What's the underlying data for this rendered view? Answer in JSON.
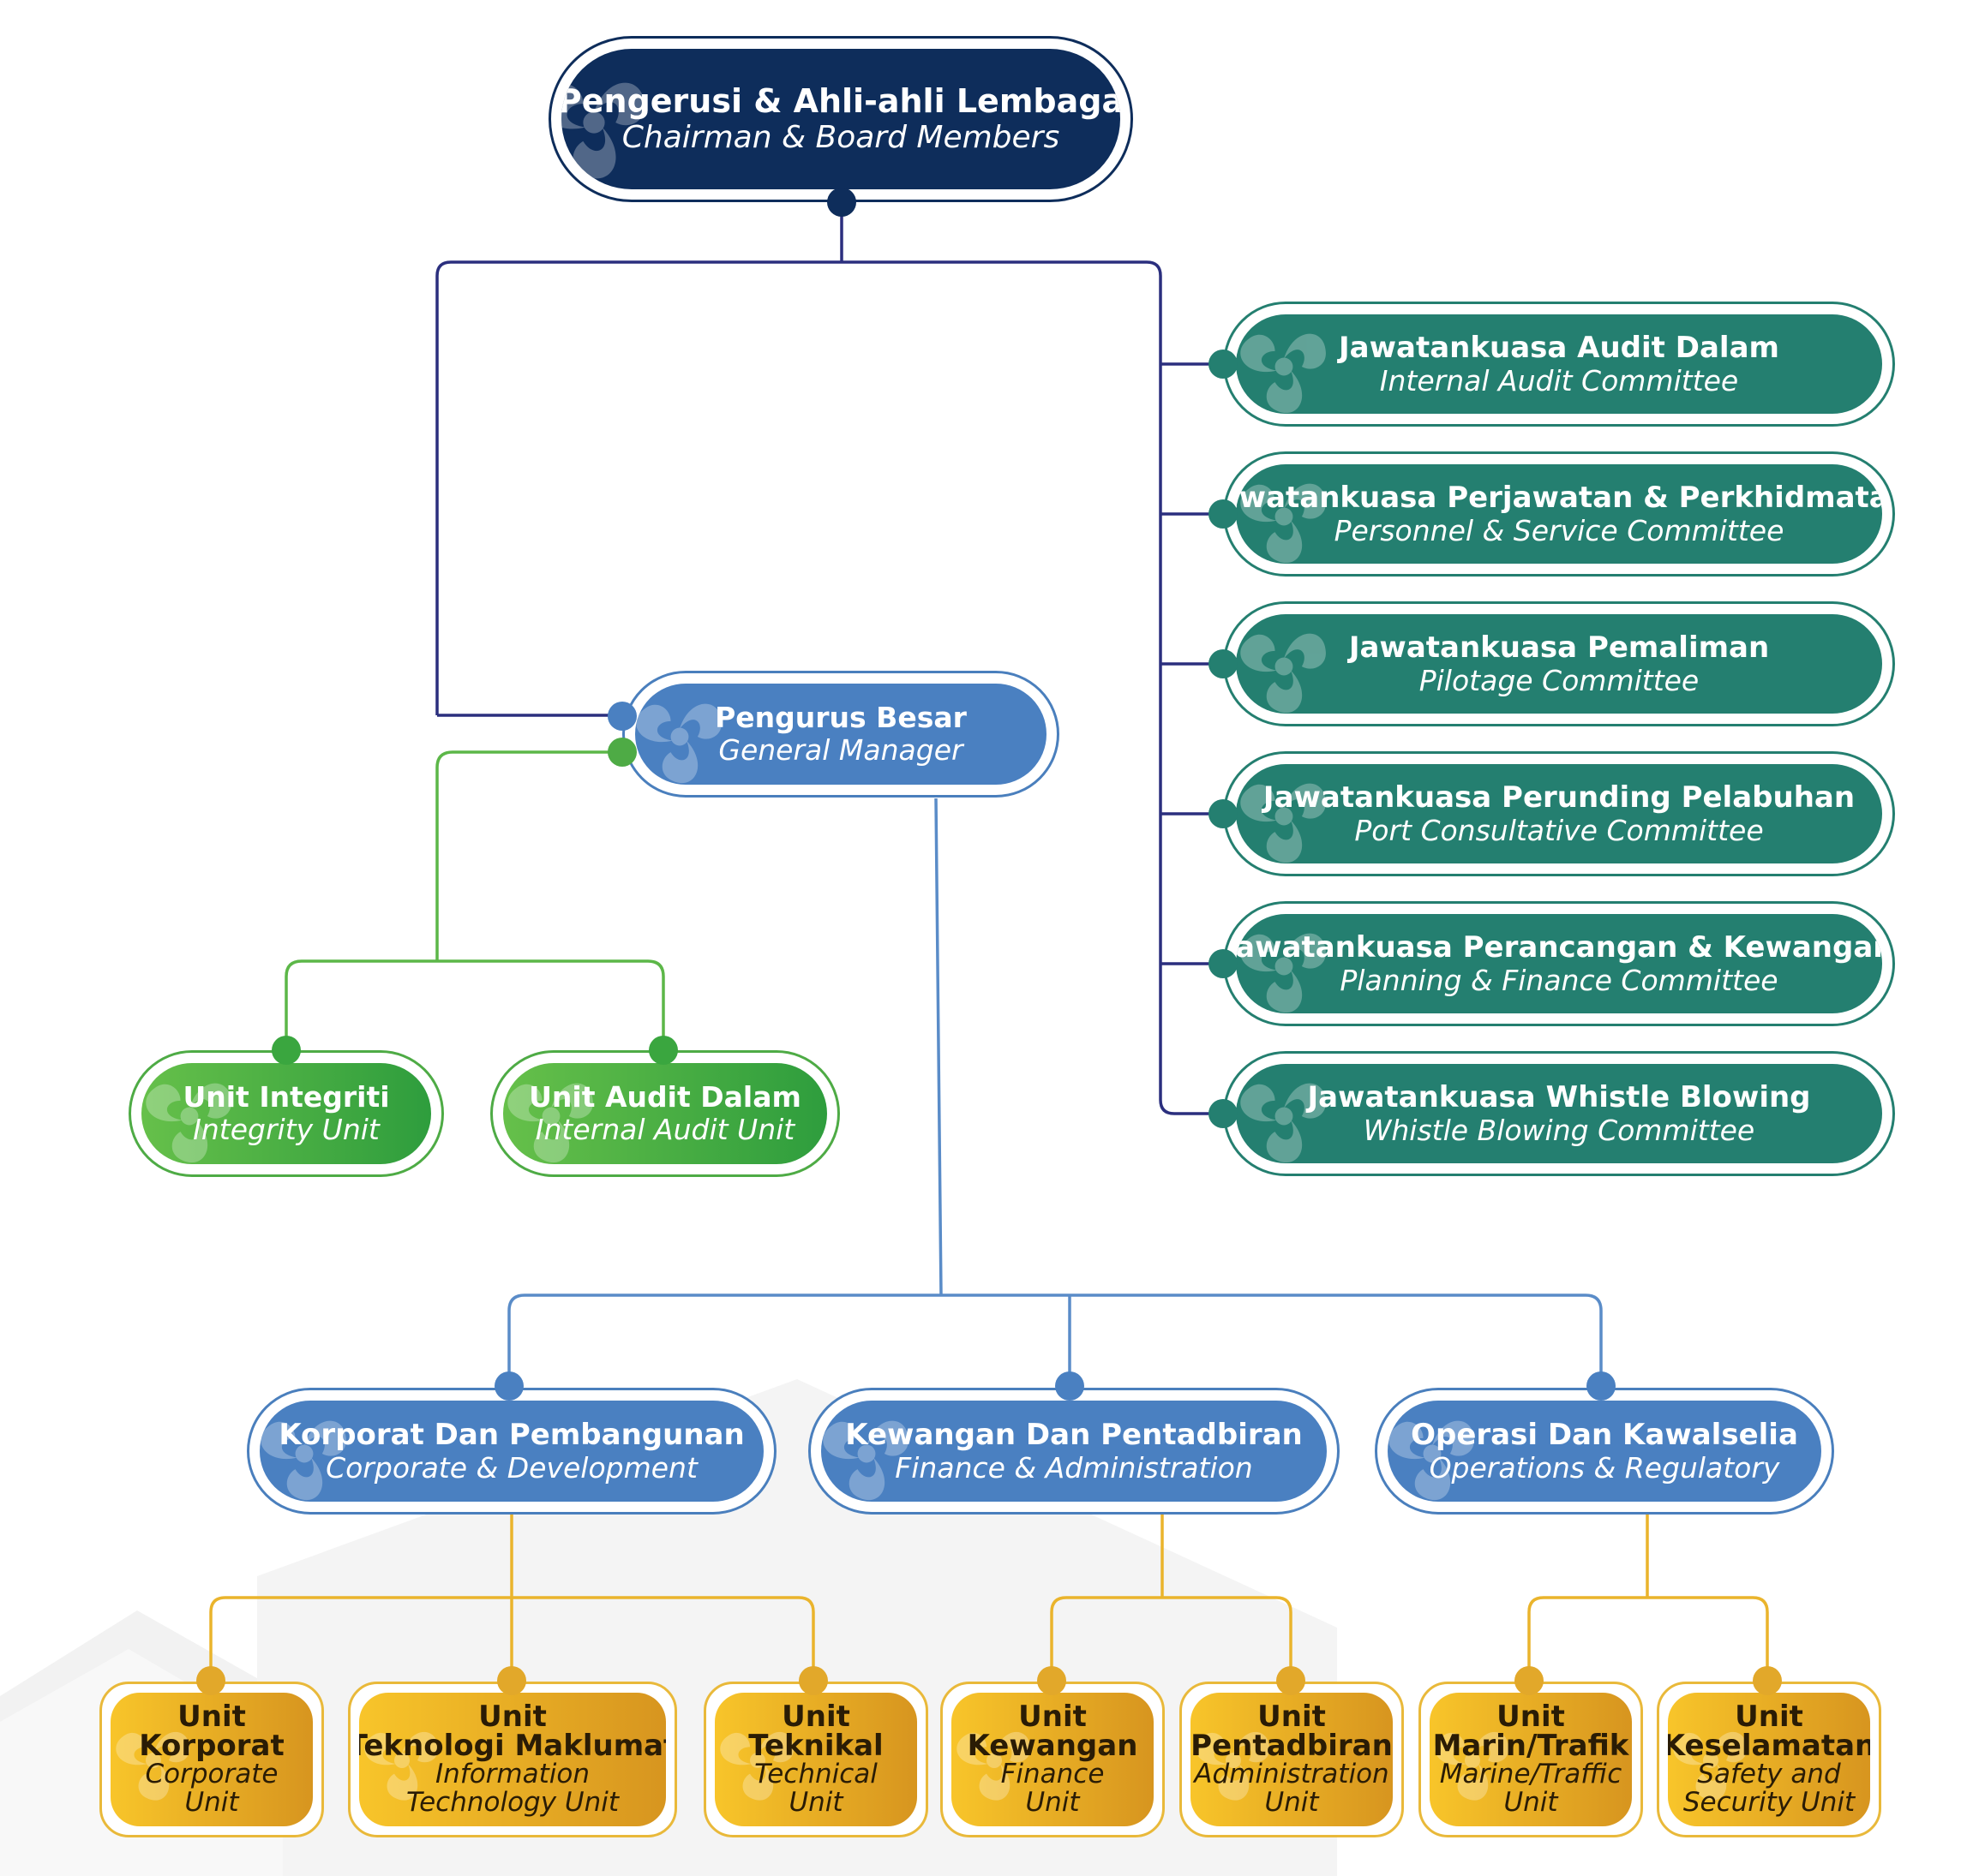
{
  "chart_data": {
    "type": "org-chart",
    "nodes": [
      {
        "id": "chairman",
        "title": "Pengerusi & Ahli-ahli Lembaga",
        "subtitle": "Chairman & Board Members",
        "level": "board"
      },
      {
        "id": "audit_comm",
        "title": "Jawatankuasa Audit Dalam",
        "subtitle": "Internal Audit Committee",
        "parent": "chairman"
      },
      {
        "id": "personnel_comm",
        "title": "Jawatankuasa Perjawatan & Perkhidmatan",
        "subtitle": "Personnel & Service Committee",
        "parent": "chairman"
      },
      {
        "id": "pilotage_comm",
        "title": "Jawatankuasa Pemaliman",
        "subtitle": "Pilotage Committee",
        "parent": "chairman"
      },
      {
        "id": "port_comm",
        "title": "Jawatankuasa Perunding Pelabuhan",
        "subtitle": "Port Consultative Committee",
        "parent": "chairman"
      },
      {
        "id": "planning_comm",
        "title": "Jawatankuasa Perancangan & Kewangan",
        "subtitle": "Planning & Finance Committee",
        "parent": "chairman"
      },
      {
        "id": "whistle_comm",
        "title": "Jawatankuasa Whistle Blowing",
        "subtitle": "Whistle Blowing Committee",
        "parent": "chairman"
      },
      {
        "id": "gm",
        "title": "Pengurus Besar",
        "subtitle": "General Manager",
        "parent": "chairman"
      },
      {
        "id": "integrity",
        "title": "Unit Integriti",
        "subtitle": "Integrity Unit",
        "parent": "gm"
      },
      {
        "id": "internal_audit",
        "title": "Unit Audit Dalam",
        "subtitle": "Internal Audit Unit",
        "parent": "gm"
      },
      {
        "id": "corporate_div",
        "title": "Korporat Dan Pembangunan",
        "subtitle": "Corporate & Development",
        "parent": "gm"
      },
      {
        "id": "finance_div",
        "title": "Kewangan Dan Pentadbiran",
        "subtitle": "Finance & Administration",
        "parent": "gm"
      },
      {
        "id": "ops_div",
        "title": "Operasi Dan Kawalselia",
        "subtitle": "Operations & Regulatory",
        "parent": "gm"
      },
      {
        "id": "u_corporate",
        "title": "Unit\nKorporat",
        "subtitle": "Corporate\nUnit",
        "parent": "corporate_div"
      },
      {
        "id": "u_it",
        "title": "Unit\nTeknologi Maklumat",
        "subtitle": "Information\nTechnology Unit",
        "parent": "corporate_div"
      },
      {
        "id": "u_technical",
        "title": "Unit\nTeknikal",
        "subtitle": "Technical\nUnit",
        "parent": "corporate_div"
      },
      {
        "id": "u_finance",
        "title": "Unit\nKewangan",
        "subtitle": "Finance\nUnit",
        "parent": "finance_div"
      },
      {
        "id": "u_admin",
        "title": "Unit\nPentadbiran",
        "subtitle": "Administration\nUnit",
        "parent": "finance_div"
      },
      {
        "id": "u_marine",
        "title": "Unit\nMarin/Trafik",
        "subtitle": "Marine/Traffic\nUnit",
        "parent": "ops_div"
      },
      {
        "id": "u_safety",
        "title": "Unit\nKeselamatan",
        "subtitle": "Safety and\nSecurity Unit",
        "parent": "ops_div"
      }
    ],
    "colors": {
      "board": "#0e2d5b",
      "committee": "#247f70",
      "management": "#4a80c1",
      "integrity_units": "#3aa63f",
      "operating_units": "#f0b224",
      "board_connector": "#2b2f7e",
      "integrity_connector": "#5cb748",
      "management_connector": "#5a8cc8",
      "unit_connector": "#eab42c"
    }
  }
}
